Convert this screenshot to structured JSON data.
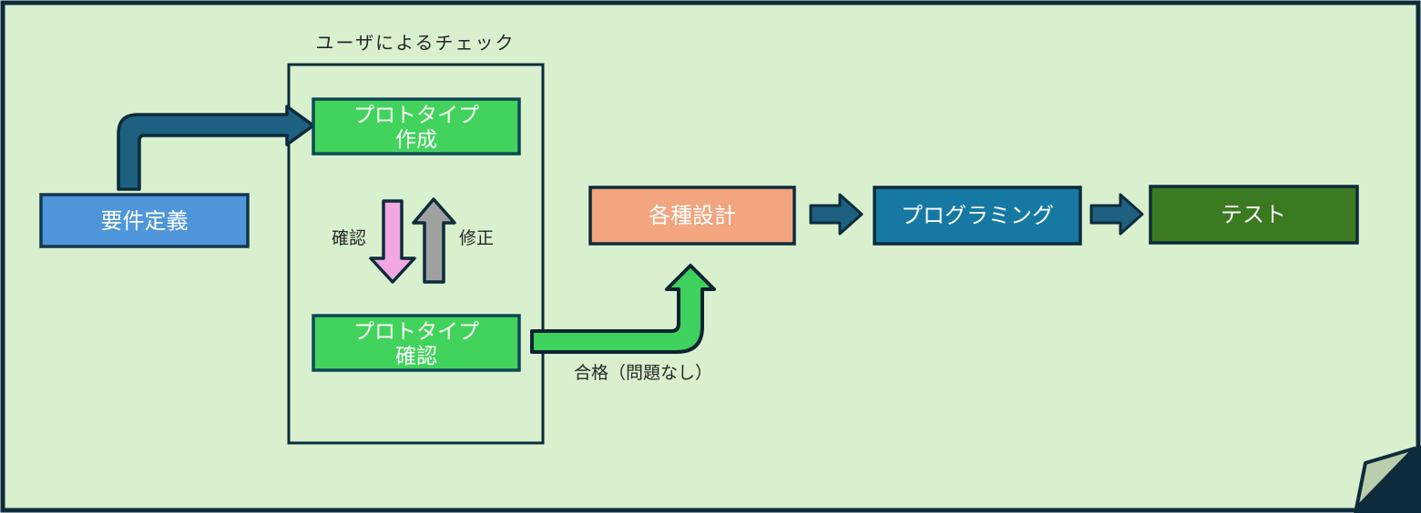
{
  "colors": {
    "sheet_bg": "#D8F0CE",
    "outline": "#0D2B3A",
    "label_text": "#262626",
    "box_text": "#FFFFFF",
    "requirements_fill": "#4E96D9",
    "prototype_fill": "#42D35C",
    "prototype_border": "#0E4854",
    "design_fill": "#F2A57E",
    "programming_fill": "#1579A3",
    "test_fill": "#3A7A21",
    "flow_arrow_fill": "#1D6080",
    "green_arrow_fill": "#3FD15E",
    "green_arrow_outline": "#0B2430",
    "pink_arrow_fill": "#F1A7DF",
    "gray_arrow_fill": "#9FA1A1",
    "fold_fill": "#BACDAC"
  },
  "diagram": {
    "group_title": "ユーザによるチェック",
    "nodes": {
      "requirements": {
        "label": "要件定義"
      },
      "prototype_create": {
        "line1": "プロトタイプ",
        "line2": "作成"
      },
      "prototype_check": {
        "line1": "プロトタイプ",
        "line2": "確認"
      },
      "design": {
        "label": "各種設計"
      },
      "programming": {
        "label": "プログラミング"
      },
      "test": {
        "label": "テスト"
      }
    },
    "labels": {
      "confirm": "確認",
      "fix": "修正",
      "pass": "合格（問題なし）"
    }
  }
}
